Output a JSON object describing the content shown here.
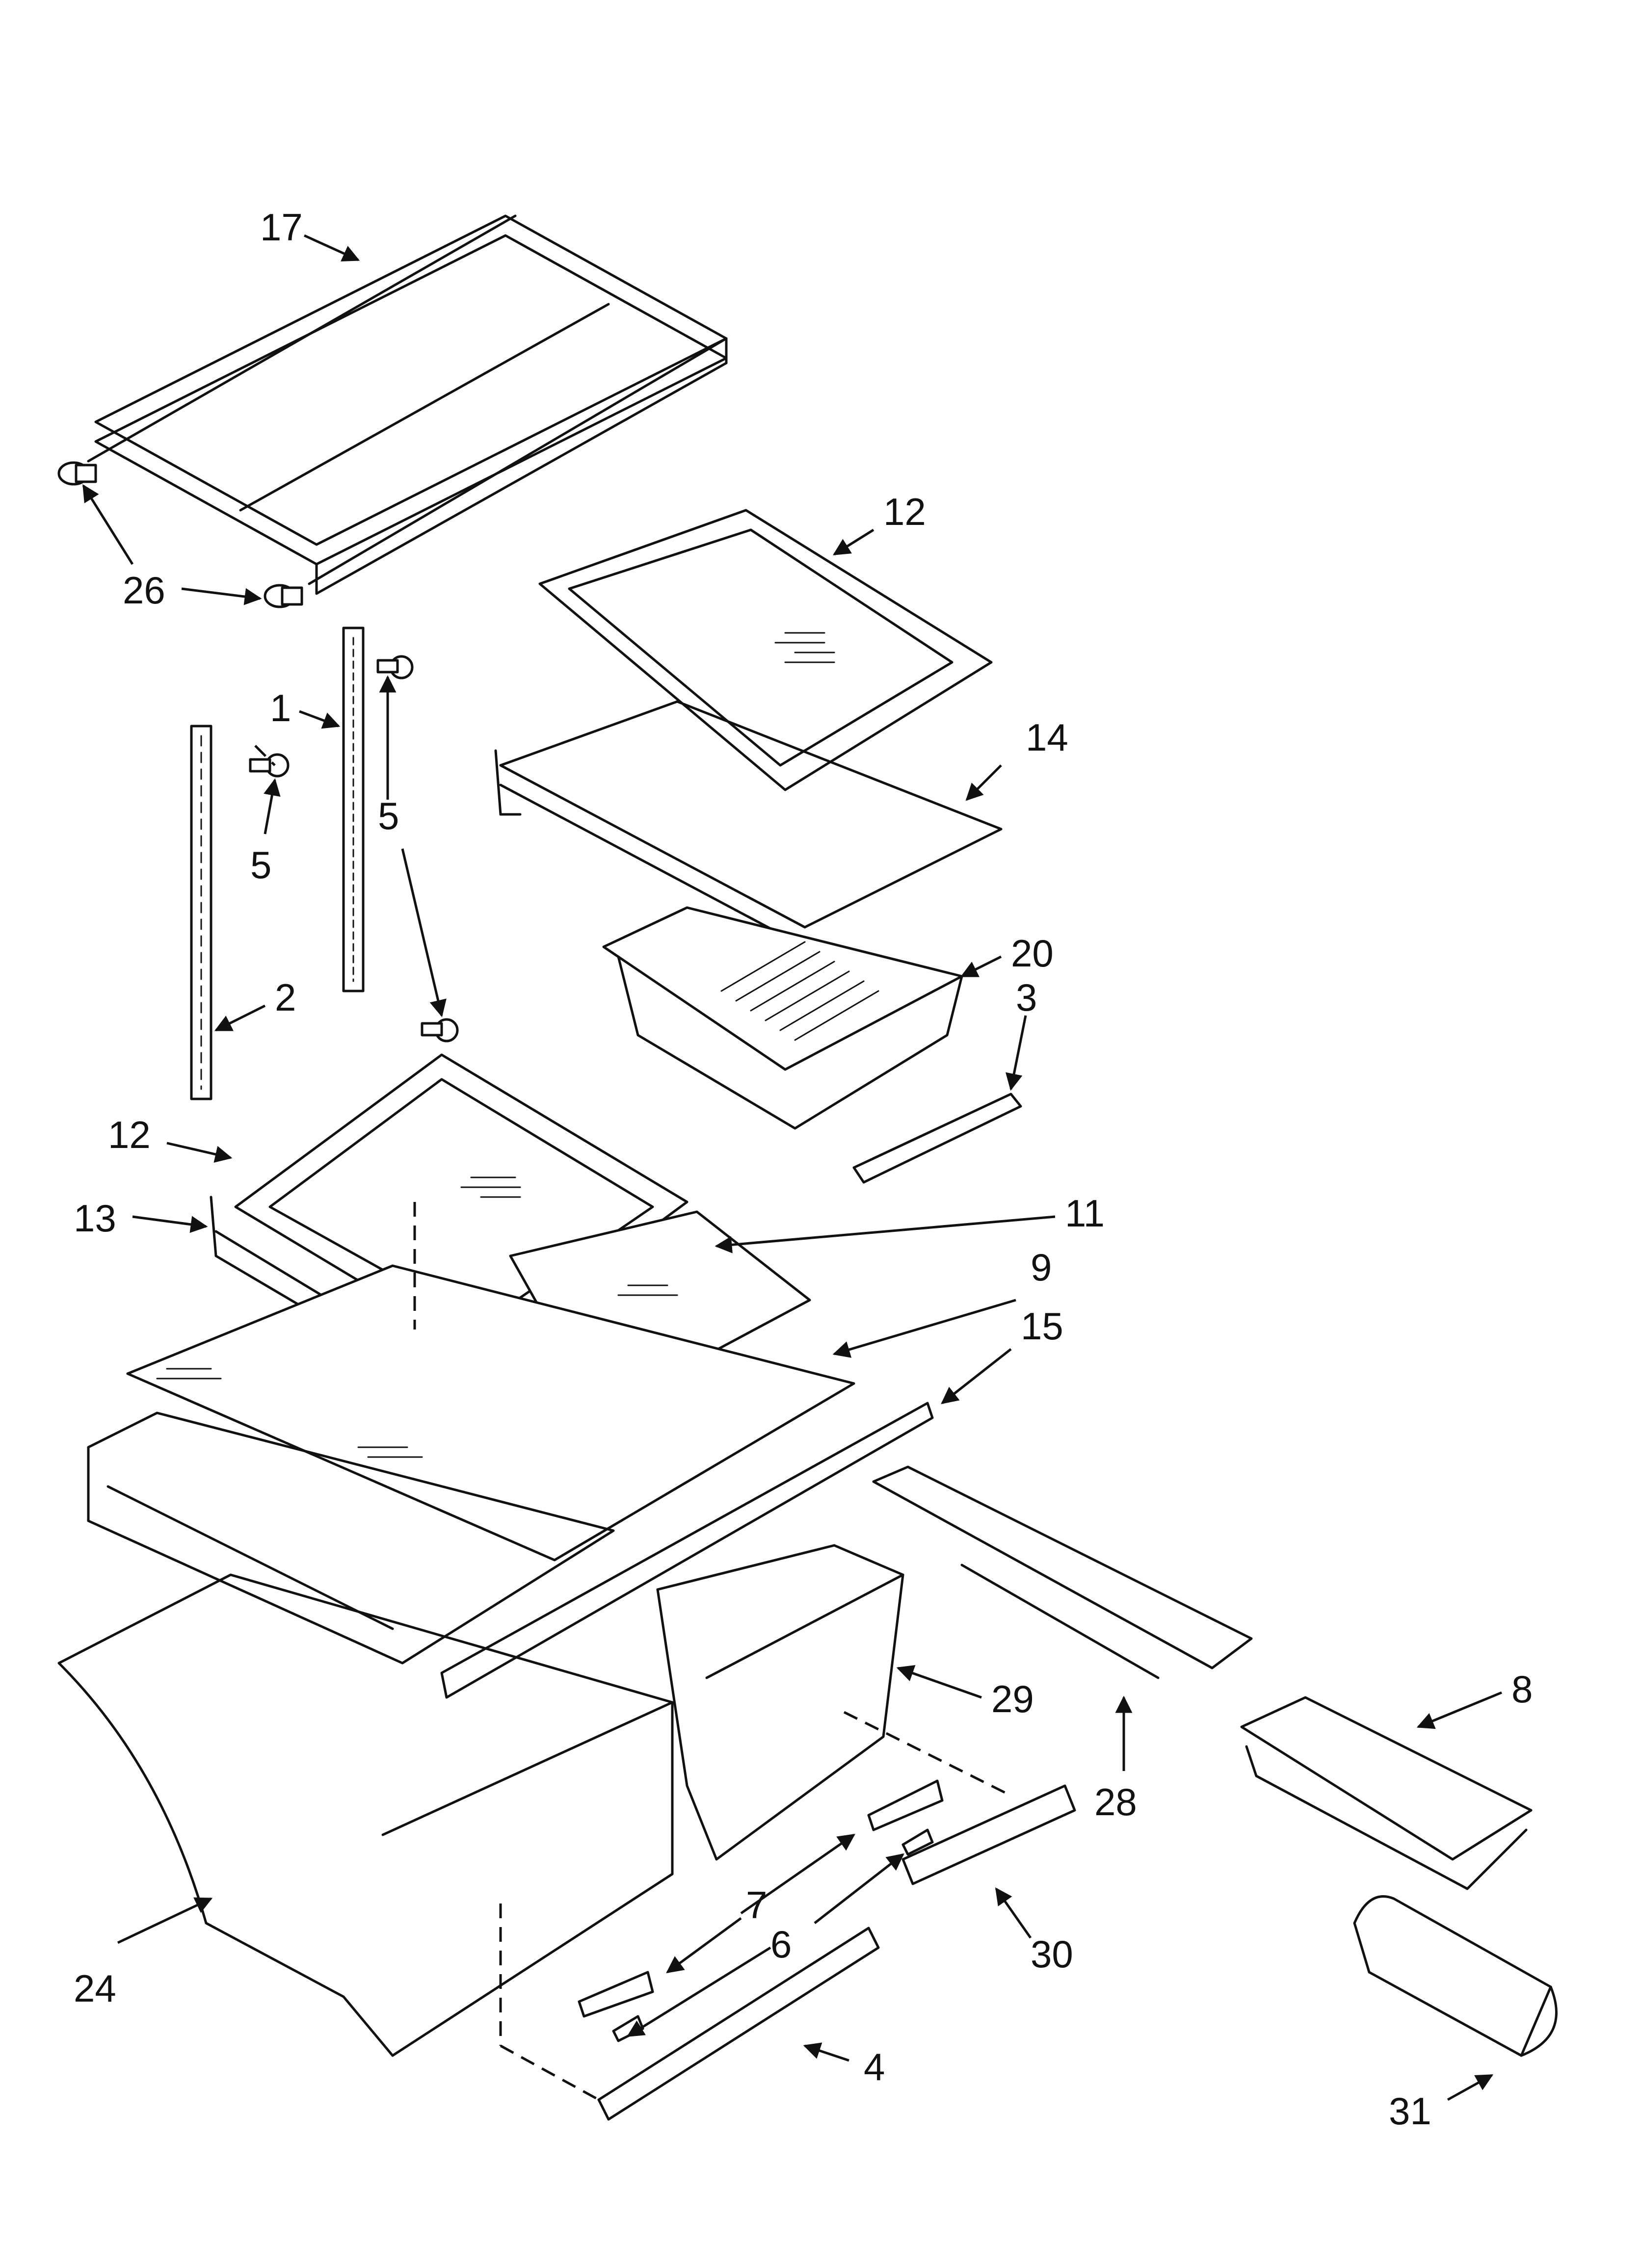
{
  "callouts": {
    "c17": "17",
    "c26": "26",
    "c12a": "12",
    "c1": "1",
    "c14": "14",
    "c5a": "5",
    "c5b": "5",
    "c20": "20",
    "c3": "3",
    "c2": "2",
    "c12b": "12",
    "c13": "13",
    "c11": "11",
    "c9": "9",
    "c15": "15",
    "c29": "29",
    "c8": "8",
    "c28": "28",
    "c7": "7",
    "c6": "6",
    "c30": "30",
    "c24": "24",
    "c4": "4",
    "c31": "31"
  }
}
